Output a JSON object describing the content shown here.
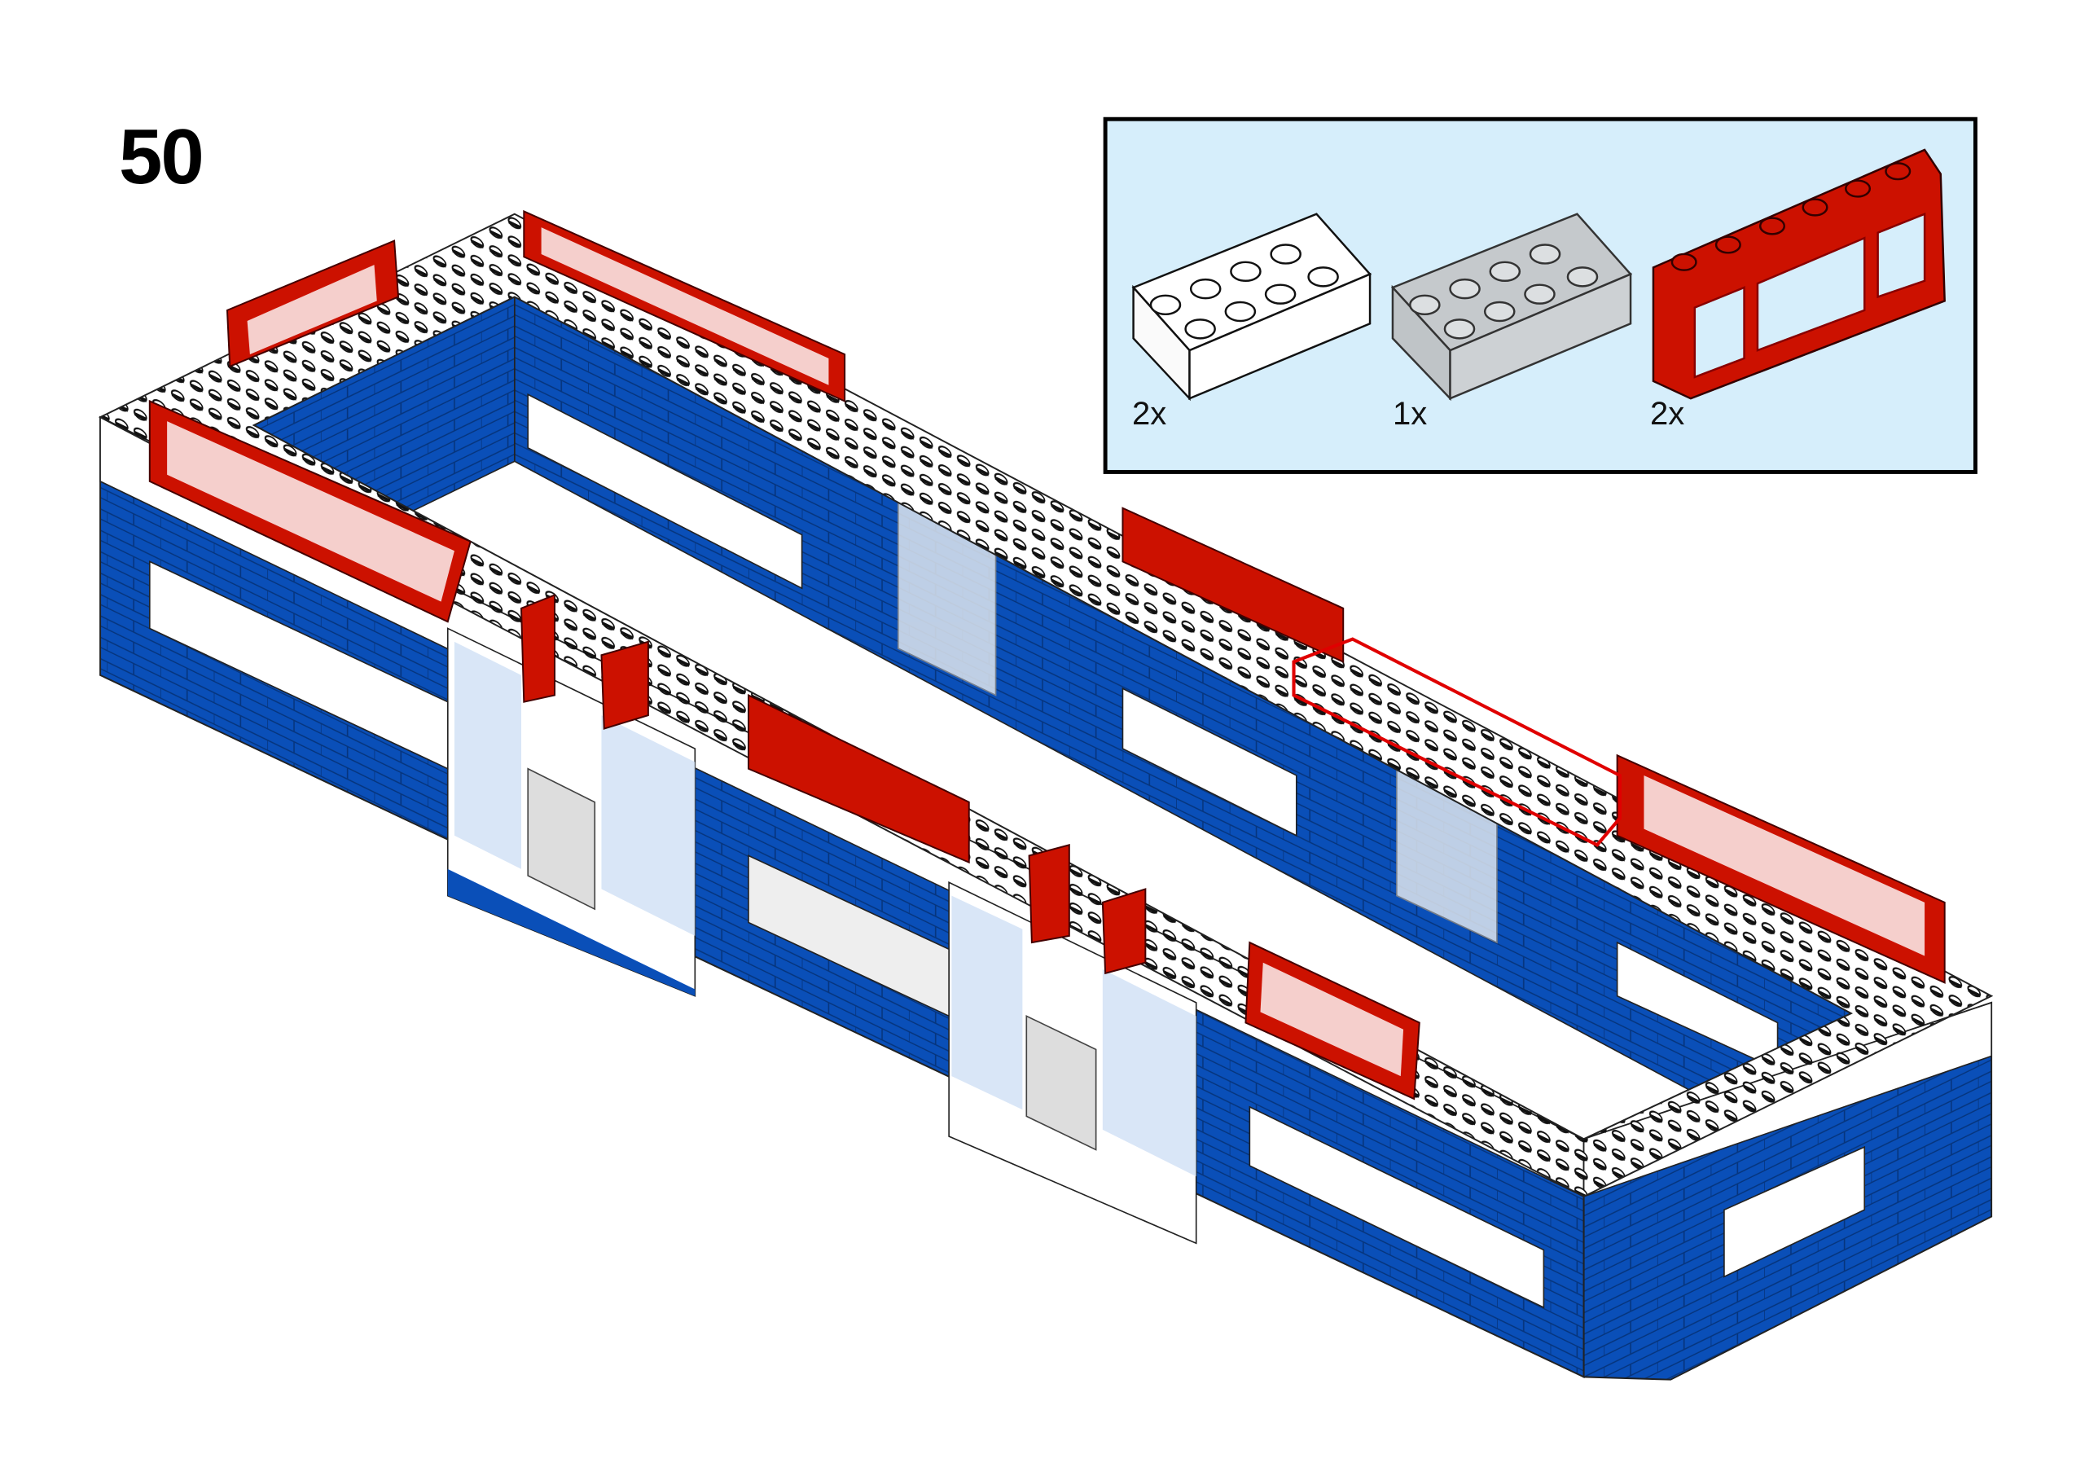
{
  "step": {
    "number": "50"
  },
  "parts_list": [
    {
      "quantity": "2x",
      "icon": "white-brick-2x4-icon"
    },
    {
      "quantity": "1x",
      "icon": "clear-brick-2x4-icon"
    },
    {
      "quantity": "2x",
      "icon": "red-window-frame-1x6-icon"
    }
  ],
  "colors": {
    "blue": "#0a4fb8",
    "white": "#ffffff",
    "red": "#cc1100",
    "parts_box_bg": "#d6eefb",
    "highlight": "#e00000"
  }
}
